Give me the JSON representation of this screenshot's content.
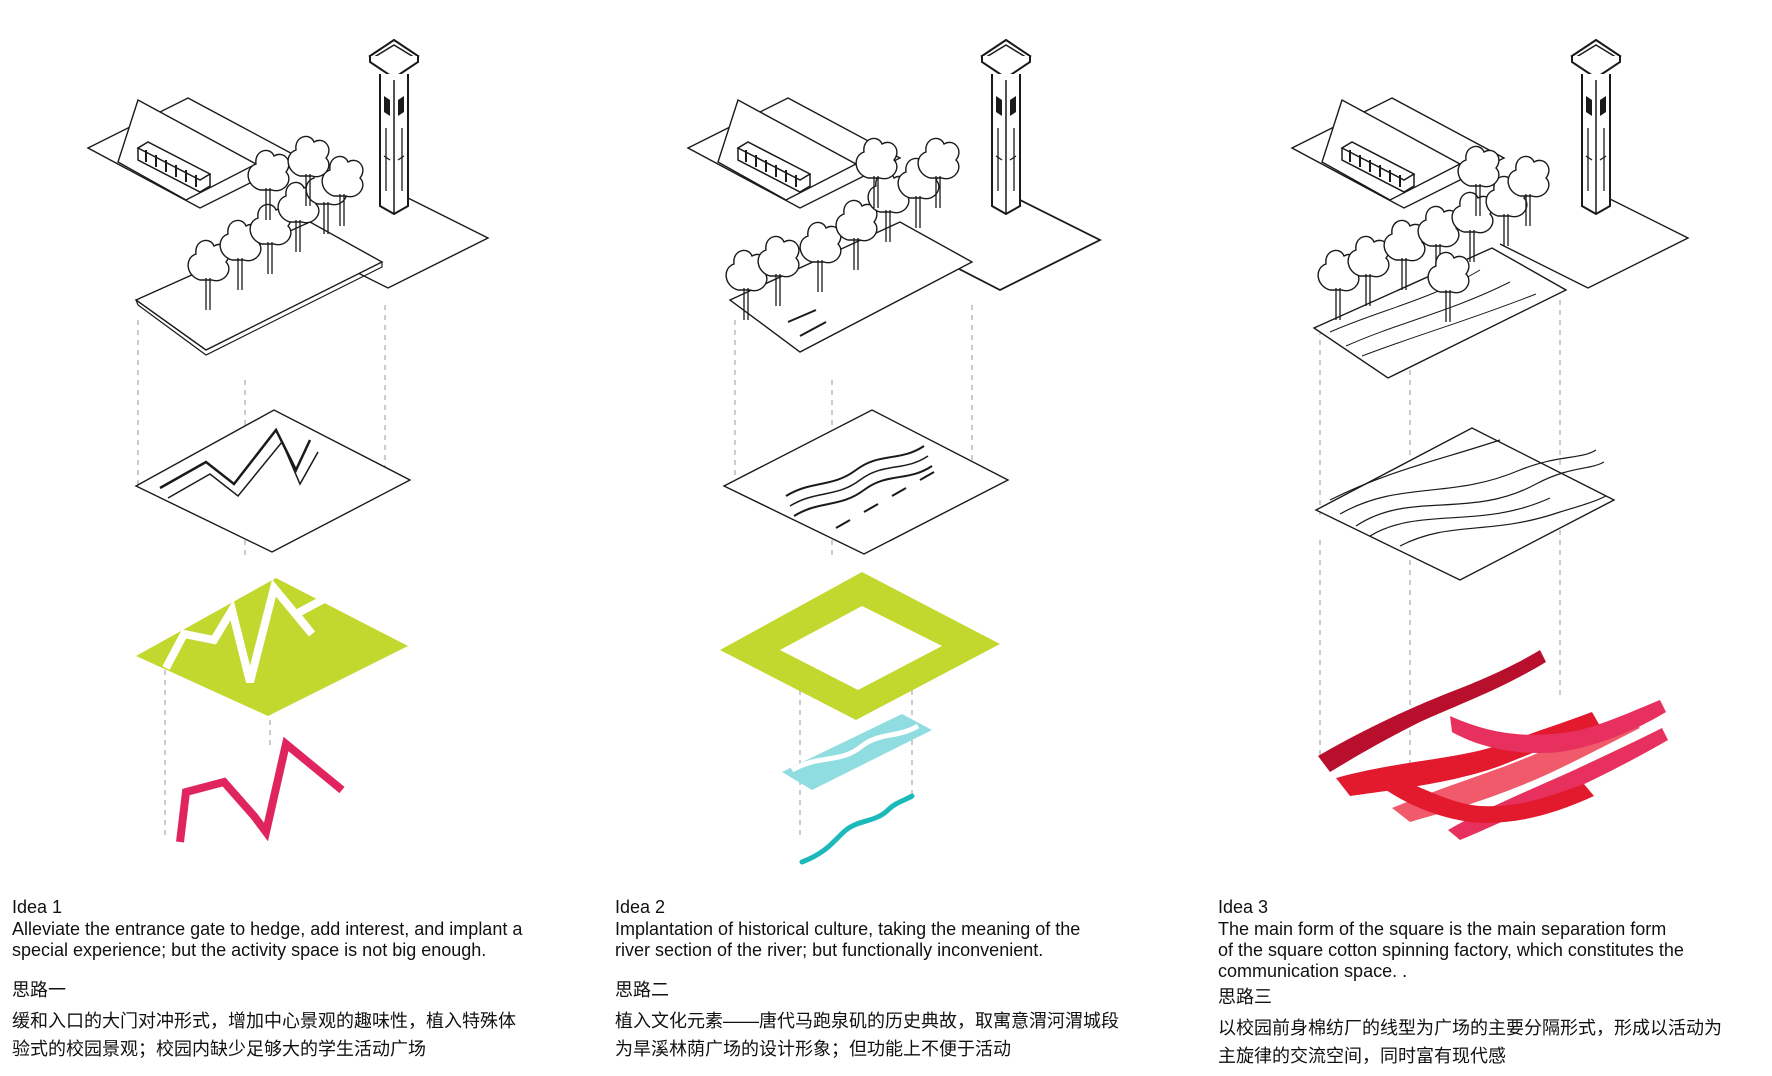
{
  "colors": {
    "line": "#1a1a1a",
    "dash": "#9a9a9a",
    "lime": "#c3d82e",
    "pink": "#e0245e",
    "cyan_light": "#8fdde0",
    "cyan": "#1bb9b9",
    "red_dark": "#b8102c",
    "red": "#e3192d",
    "red_light": "#f05a6a",
    "pink_mid": "#e8305f"
  },
  "ideas": [
    {
      "title": "Idea 1",
      "desc_lines": [
        "Alleviate the entrance gate to hedge, add interest, and implant a",
        "special experience; but the activity space is not big enough."
      ],
      "cn_title": "思路一",
      "cn_lines": [
        "缓和入口的大门对冲形式，增加中心景观的趣味性，植入特殊体",
        "验式的校园景观；校园内缺少足够大的学生活动广场"
      ]
    },
    {
      "title": "Idea 2",
      "desc_lines": [
        "Implantation of historical culture, taking the meaning of the",
        "river section of the river; but functionally inconvenient."
      ],
      "cn_title": "思路二",
      "cn_lines": [
        "植入文化元素——唐代马跑泉矶的历史典故，取寓意渭河渭城段",
        "为旱溪林荫广场的设计形象；但功能上不便于活动"
      ]
    },
    {
      "title": "Idea 3",
      "desc_lines": [
        "The main form of the square is the main separation form",
        "of the square cotton spinning factory, which constitutes the",
        "communication space. ."
      ],
      "cn_title": "思路三",
      "cn_lines": [
        "以校园前身棉纺厂的线型为广场的主要分隔形式，形成以活动为",
        "主旋律的交流空间，同时富有现代感"
      ]
    }
  ]
}
